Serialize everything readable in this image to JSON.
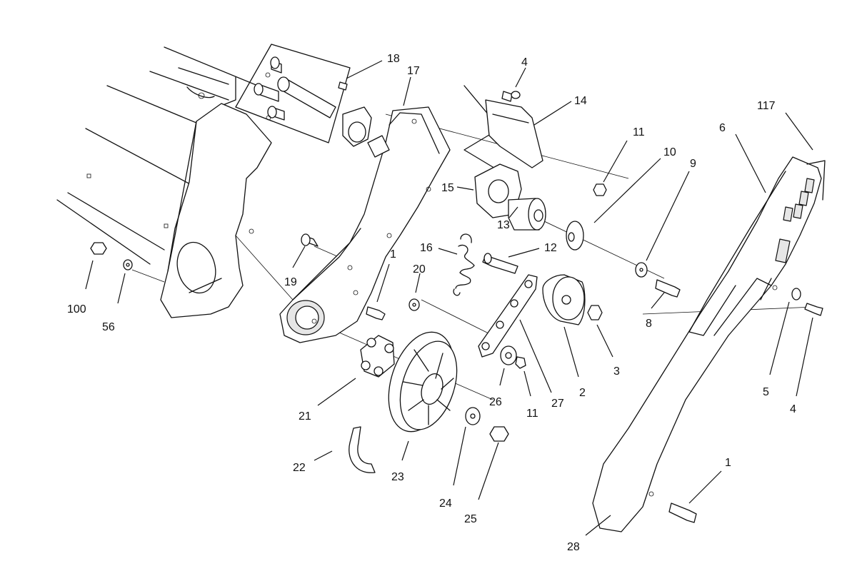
{
  "diagram": {
    "callouts": [
      {
        "label": "18"
      },
      {
        "label": "17"
      },
      {
        "label": "4"
      },
      {
        "label": "14"
      },
      {
        "label": "117"
      },
      {
        "label": "6"
      },
      {
        "label": "11"
      },
      {
        "label": "10"
      },
      {
        "label": "9"
      },
      {
        "label": "15"
      },
      {
        "label": "13"
      },
      {
        "label": "16"
      },
      {
        "label": "12"
      },
      {
        "label": "1"
      },
      {
        "label": "20"
      },
      {
        "label": "19"
      },
      {
        "label": "100"
      },
      {
        "label": "56"
      },
      {
        "label": "8"
      },
      {
        "label": "3"
      },
      {
        "label": "2"
      },
      {
        "label": "27"
      },
      {
        "label": "26"
      },
      {
        "label": "11"
      },
      {
        "label": "21"
      },
      {
        "label": "23"
      },
      {
        "label": "22"
      },
      {
        "label": "24"
      },
      {
        "label": "25"
      },
      {
        "label": "5"
      },
      {
        "label": "4"
      },
      {
        "label": "1"
      },
      {
        "label": "28"
      }
    ]
  }
}
